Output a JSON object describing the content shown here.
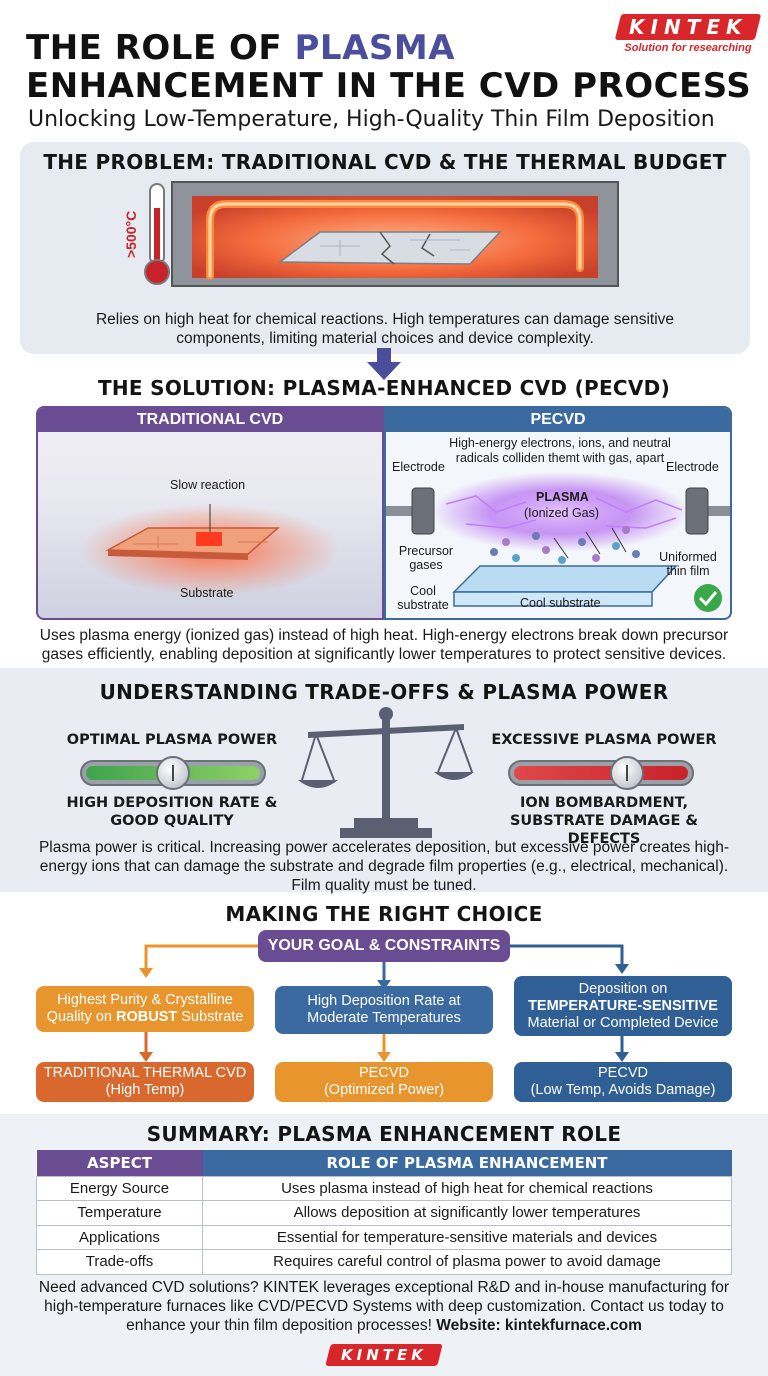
{
  "header": {
    "title_line1_prefix": "THE ROLE OF ",
    "title_line1_accent": "PLASMA",
    "title_line2": "ENHANCEMENT IN THE CVD PROCESS",
    "subtitle": "Unlocking Low-Temperature, High-Quality Thin Film Deposition",
    "logo_text": "KINTEK",
    "logo_tagline": "Solution for researching"
  },
  "problem": {
    "title": "THE PROBLEM: TRADITIONAL CVD & THE THERMAL BUDGET",
    "thermometer_label": ">500°C",
    "text": "Relies on high heat for chemical reactions. High temperatures can damage sensitive components, limiting material choices and device complexity."
  },
  "solution": {
    "title": "THE SOLUTION: PLASMA-ENHANCED CVD (PECVD)",
    "traditional": {
      "heading": "TRADITIONAL CVD",
      "slow_reaction": "Slow reaction",
      "substrate": "Substrate"
    },
    "pecvd": {
      "heading": "PECVD",
      "caption": "High-energy electrons, ions, and neutral radicals colliden themt with gas, apart",
      "electrode_left": "Electrode",
      "electrode_right": "Electrode",
      "plasma": "PLASMA",
      "plasma_sub": "(Ionized Gas)",
      "precursor": "Precursor gases",
      "cool_substrate_label": "Cool substrate",
      "cool_substrate_inside": "Cool substrate",
      "uniform_film": "Uniformed thin film"
    },
    "text": "Uses plasma energy (ionized gas) instead of high heat. High-energy electrons break down precursor gases efficiently, enabling deposition at significantly lower temperatures to protect sensitive devices."
  },
  "tradeoffs": {
    "title": "UNDERSTANDING TRADE-OFFS & PLASMA POWER",
    "optimal_title": "OPTIMAL PLASMA POWER",
    "optimal_desc": "HIGH DEPOSITION RATE & GOOD QUALITY",
    "excessive_title": "EXCESSIVE PLASMA POWER",
    "excessive_desc": "ION BOMBARDMENT, SUBSTRATE DAMAGE & DEFECTS",
    "text": "Plasma power is critical. Increasing power accelerates deposition, but excessive power creates high-energy ions that can damage the substrate and degrade film properties (e.g., electrical, mechanical). Film quality must be tuned."
  },
  "choice": {
    "title": "MAKING THE RIGHT CHOICE",
    "goal": "YOUR GOAL & CONSTRAINTS",
    "options": [
      {
        "line1": "Highest Purity & Crystalline",
        "line2_prefix": "Quality on ",
        "line2_bold": "ROBUST",
        "line2_suffix": " Substrate",
        "color": "#e8952e"
      },
      {
        "line1": "High Deposition Rate at",
        "line2": "Moderate Temperatures",
        "color": "#3b6aa0"
      },
      {
        "line1": "Deposition on",
        "line2_bold": "TEMPERATURE-SENSITIVE",
        "line3": "Material or Completed Device",
        "color": "#2f5f94"
      }
    ],
    "results": [
      {
        "line1": "TRADITIONAL THERMAL CVD",
        "line2": "(High Temp)",
        "color": "#d9682e"
      },
      {
        "line1": "PECVD",
        "line2": "(Optimized Power)",
        "color": "#e8952e"
      },
      {
        "line1": "PECVD",
        "line2": "(Low Temp, Avoids Damage)",
        "color": "#2f5f94"
      }
    ]
  },
  "summary": {
    "title": "SUMMARY: PLASMA ENHANCEMENT ROLE",
    "headers": [
      "ASPECT",
      "ROLE OF PLASMA ENHANCEMENT"
    ],
    "rows": [
      [
        "Energy Source",
        "Uses plasma instead of high heat for chemical reactions"
      ],
      [
        "Temperature",
        "Allows deposition at significantly lower temperatures"
      ],
      [
        "Applications",
        "Essential for temperature-sensitive materials and devices"
      ],
      [
        "Trade-offs",
        "Requires careful control of plasma power to avoid damage"
      ]
    ],
    "cta_text": "Need advanced CVD solutions? KINTEK leverages exceptional R&D and in-house manufacturing for high-temperature furnaces like CVD/PECVD Systems with deep customization. Contact us today to enhance your thin film deposition processes! ",
    "cta_website": "Website: kintekfurnace.com",
    "bottom_logo": "KINTEK"
  }
}
